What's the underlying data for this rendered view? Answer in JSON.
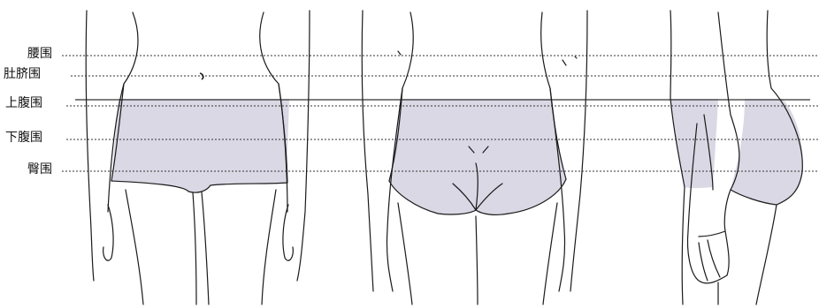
{
  "measurement_labels": {
    "waist": "腰围",
    "navel": "肚脐围",
    "upper_abdomen": "上腹围",
    "lower_abdomen": "下腹围",
    "hip": "臀围"
  },
  "colors": {
    "shaded_region": "#d9d8e4",
    "outline": "#1a1a1a",
    "guide_line": "#333333"
  }
}
